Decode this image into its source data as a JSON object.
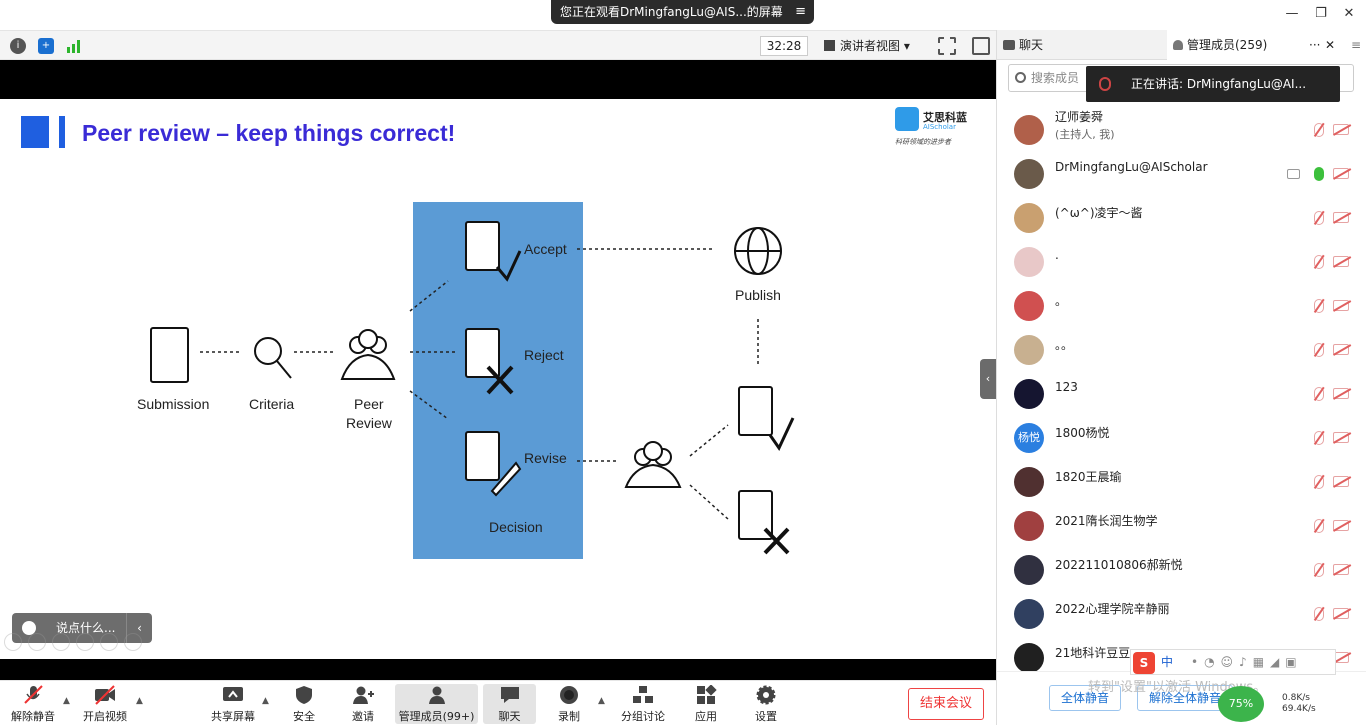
{
  "window": {
    "share_banner": "您正在观看DrMingfangLu@AIS...的屏幕",
    "menu_icon": "≡"
  },
  "toolbar": {
    "timer": "32:28",
    "view_label": "演讲者视图"
  },
  "slide": {
    "title": "Peer review – keep things correct!",
    "logo_name": "艾思科蓝",
    "logo_sub": "AIScholar",
    "logo_slogan": "科研领域的进步者",
    "nodes": {
      "submission": "Submission",
      "criteria": "Criteria",
      "peer": "Peer",
      "review": "Review",
      "accept": "Accept",
      "reject": "Reject",
      "revise": "Revise",
      "decision": "Decision",
      "publish": "Publish"
    },
    "chat_placeholder": "说点什么..."
  },
  "bottombar": {
    "unmute": "解除静音",
    "video": "开启视频",
    "share": "共享屏幕",
    "security": "安全",
    "invite": "邀请",
    "members": "管理成员(99+)",
    "chat": "聊天",
    "record": "录制",
    "breakout": "分组讨论",
    "apps": "应用",
    "settings": "设置",
    "end": "结束会议"
  },
  "panel": {
    "tab_chat": "聊天",
    "tab_members": "管理成员(259)",
    "search_placeholder": "搜索成员",
    "speaking": "正在讲话: DrMingfangLu@AI...",
    "mute_all": "全体静音",
    "unmute_all": "解除全体静音",
    "members": [
      {
        "name": "辽师姜舜",
        "sub": "(主持人, 我)",
        "avatar_color": "#b0604a"
      },
      {
        "name": "DrMingfangLu@AIScholar",
        "sub": "",
        "avatar_color": "#6a5a4a"
      },
      {
        "name": "(^ω^)凌宇～酱",
        "sub": "",
        "avatar_color": "#c9a070"
      },
      {
        "name": ".",
        "sub": "",
        "avatar_color": "#e8c8c8"
      },
      {
        "name": "。",
        "sub": "",
        "avatar_color": "#d05050"
      },
      {
        "name": "。。",
        "sub": "",
        "avatar_color": "#c8b090"
      },
      {
        "name": "123",
        "sub": "",
        "avatar_color": "#151530"
      },
      {
        "name": "1800杨悦",
        "sub": "",
        "avatar_color": "#2b7fe0",
        "initials": "杨悦"
      },
      {
        "name": "1820王晨瑜",
        "sub": "",
        "avatar_color": "#503030"
      },
      {
        "name": "2021隋长润生物学",
        "sub": "",
        "avatar_color": "#a04040"
      },
      {
        "name": "202211010806郝新悦",
        "sub": "",
        "avatar_color": "#303040"
      },
      {
        "name": "2022心理学院辛静丽",
        "sub": "",
        "avatar_color": "#304060"
      },
      {
        "name": "21地科许豆豆",
        "sub": "",
        "avatar_color": "#202020"
      }
    ]
  },
  "system": {
    "ime_mode": "中",
    "watermark": "转到\"设置\"以激活 Windows。",
    "net_percent": "75%",
    "speed_up": "0.8K/s",
    "speed_down": "69.4K/s"
  }
}
